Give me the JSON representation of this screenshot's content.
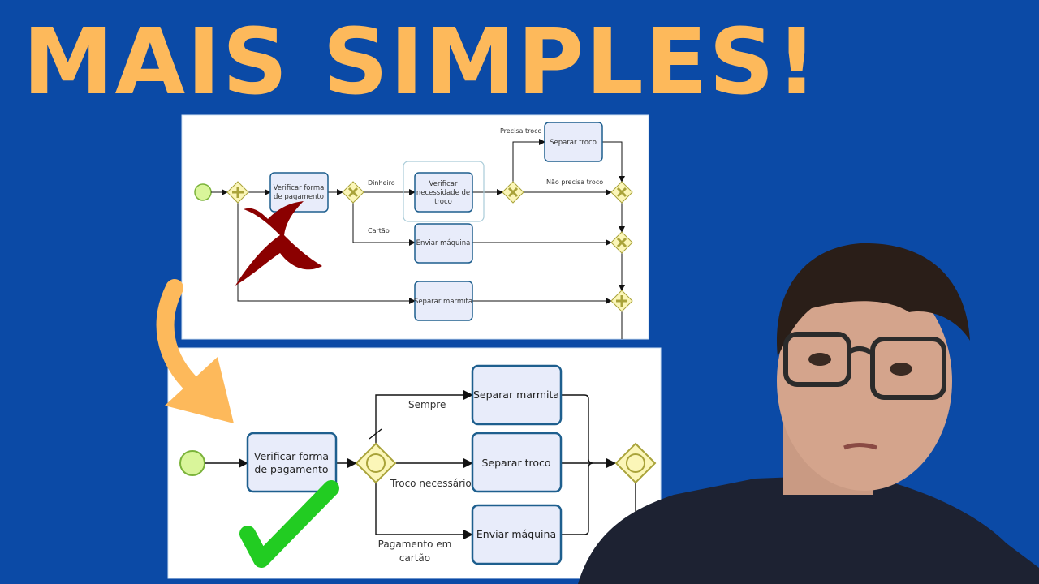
{
  "headline": "MAIS SIMPLES!",
  "colors": {
    "background": "#0b4aa6",
    "headline": "#fdb95b",
    "task_fill": "#e8ecfa",
    "task_stroke": "#1e5f8e",
    "gateway_fill": "#fbf6b8",
    "start_event": "#d9f59a",
    "wrong_mark": "#8b0000",
    "right_mark": "#22cc22",
    "arrow": "#fdb95b"
  },
  "old_diagram": {
    "tasks": {
      "verificar_forma": [
        "Verificar forma",
        "de pagamento"
      ],
      "verificar_troco": [
        "Verificar",
        "necessidade de",
        "troco"
      ],
      "separar_troco": "Separar troco",
      "enviar_maquina": "Enviar máquina",
      "separar_marmita": "Separar marmita"
    },
    "flow_labels": {
      "dinheiro": "Dinheiro",
      "cartao": "Cartão",
      "precisa_troco": "Precisa troco",
      "nao_precisa_troco": "Não precisa troco"
    },
    "status_mark": "x-icon"
  },
  "new_diagram": {
    "tasks": {
      "verificar_forma": [
        "Verificar forma",
        "de pagamento"
      ],
      "separar_marmita": "Separar marmita",
      "separar_troco": "Separar troco",
      "enviar_maquina": "Enviar máquina"
    },
    "flow_labels": {
      "sempre": "Sempre",
      "troco_necessario": "Troco necessário",
      "pagamento_cartao": [
        "Pagamento em",
        "cartão"
      ]
    },
    "status_mark": "check-icon"
  }
}
